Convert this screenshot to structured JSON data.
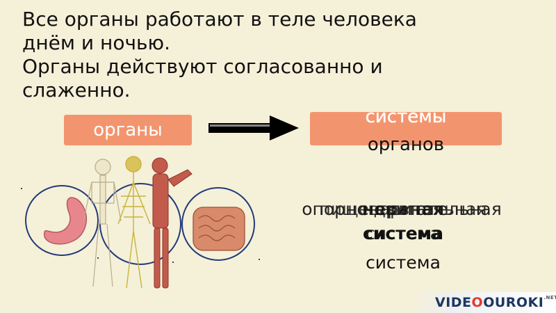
{
  "header": {
    "line1": "Все органы работают в теле человека",
    "line2": "днём и ночью.",
    "line3": "Органы действуют согласованно и",
    "line4": "слаженно."
  },
  "diagram": {
    "left_box": "органы",
    "right_box_line1": "системы",
    "right_box_line2": "органов"
  },
  "systems_text": {
    "t1": "опорно-двигательная",
    "t2": "пищеварительная",
    "t3": "нервная",
    "t4": "система",
    "t5": "система",
    "t6": "система"
  },
  "logo": {
    "part1": "VIDE",
    "part2": "OUROKI",
    "part3": ".NET"
  },
  "colors": {
    "background": "#f5f0d8",
    "box": "#f2956e",
    "logo_blue": "#1d3660",
    "logo_red": "#e23a2c"
  }
}
